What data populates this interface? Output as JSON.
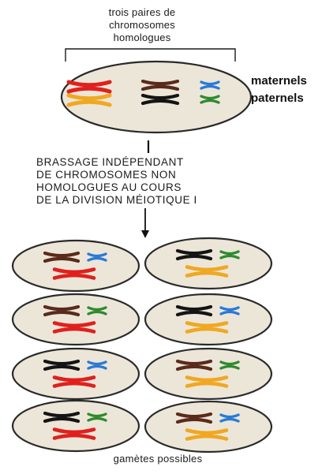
{
  "labels": {
    "top_caption": [
      "trois paires de",
      "chromosomes",
      "homologues"
    ],
    "maternal": "maternels",
    "paternal": "paternels",
    "process": [
      "BRASSAGE INDÉPENDANT",
      "DE CHROMOSOMES NON",
      "HOMOLOGUES AU COURS",
      "DE LA DIVISION MÉIOTIQUE I"
    ],
    "bottom_caption": "gamètes possibles"
  },
  "colors": {
    "maternal": {
      "large": "#e0201e",
      "medium": "#5a2a1a",
      "small": "#2a7ad6"
    },
    "paternal": {
      "large": "#f0a822",
      "medium": "#141414",
      "small": "#2f8a2f"
    },
    "cell_fill": "#ece6d8",
    "cell_stroke": "#2a2a2a"
  },
  "gametes": [
    [
      "maternal",
      "maternal",
      "maternal"
    ],
    [
      "paternal",
      "paternal",
      "paternal"
    ],
    [
      "maternal",
      "maternal",
      "paternal"
    ],
    [
      "paternal",
      "paternal",
      "maternal"
    ],
    [
      "maternal",
      "paternal",
      "maternal"
    ],
    [
      "paternal",
      "maternal",
      "paternal"
    ],
    [
      "maternal",
      "paternal",
      "paternal"
    ],
    [
      "paternal",
      "maternal",
      "maternal"
    ]
  ]
}
